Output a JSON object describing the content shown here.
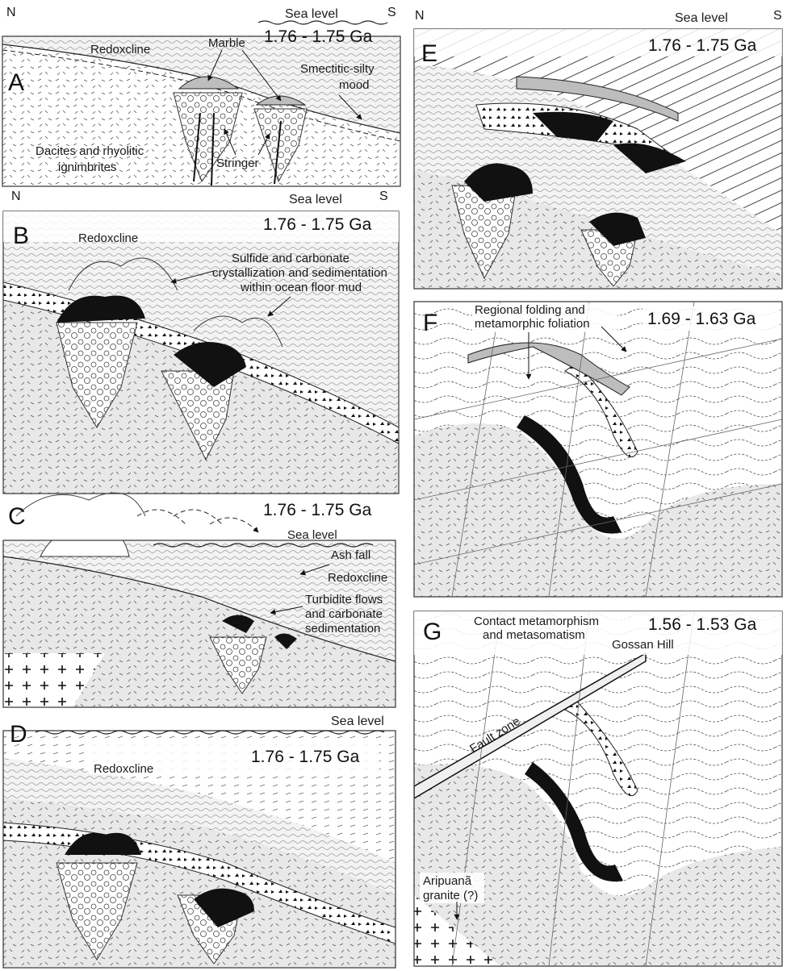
{
  "compass": {
    "north": "N",
    "south": "S"
  },
  "sea_level": "Sea level",
  "panels": [
    {
      "letter": "A",
      "age": "1.76 - 1.75 Ga",
      "labels": {
        "redoxcline": "Redoxcline",
        "marble": "Marble",
        "smectitic_line1": "Smectitic-silty",
        "smectitic_line2": "mood",
        "dacites_line1": "Dacites and rhyolitic",
        "dacites_line2": "ignimbrites",
        "stringer": "Stringer"
      }
    },
    {
      "letter": "B",
      "age": "1.76 - 1.75 Ga",
      "labels": {
        "redoxcline": "Redoxcline",
        "sulfide_line1": "Sulfide and carbonate",
        "sulfide_line2": "crystallization and sedimentation",
        "sulfide_line3": "within ocean floor mud"
      }
    },
    {
      "letter": "C",
      "age": "1.76 - 1.75 Ga",
      "labels": {
        "ash_fall": "Ash fall",
        "redoxcline": "Redoxcline",
        "turbidite_line1": "Turbidite flows",
        "turbidite_line2": "and carbonate",
        "turbidite_line3": "sedimentation"
      }
    },
    {
      "letter": "D",
      "age": "1.76 - 1.75 Ga",
      "labels": {
        "redoxcline": "Redoxcline"
      }
    },
    {
      "letter": "E",
      "age": "1.76 - 1.75 Ga",
      "labels": {}
    },
    {
      "letter": "F",
      "age": "1.69 - 1.63 Ga",
      "labels": {
        "folding_line1": "Regional folding and",
        "folding_line2": "metamorphic foliation"
      }
    },
    {
      "letter": "G",
      "age": "1.56 - 1.53 Ga",
      "labels": {
        "contact_line1": "Contact metamorphism",
        "contact_line2": "and metasomatism",
        "gossan_hill": "Gossan Hill",
        "fault_zone": "Fault zone",
        "granite_line1": "Aripuanã",
        "granite_line2": "granite (?)"
      }
    }
  ],
  "colors": {
    "ore": "#111111",
    "volcanic_fill": "#e6e6e6",
    "sediment_fill": "#f2f2f2",
    "frame": "#333333"
  }
}
